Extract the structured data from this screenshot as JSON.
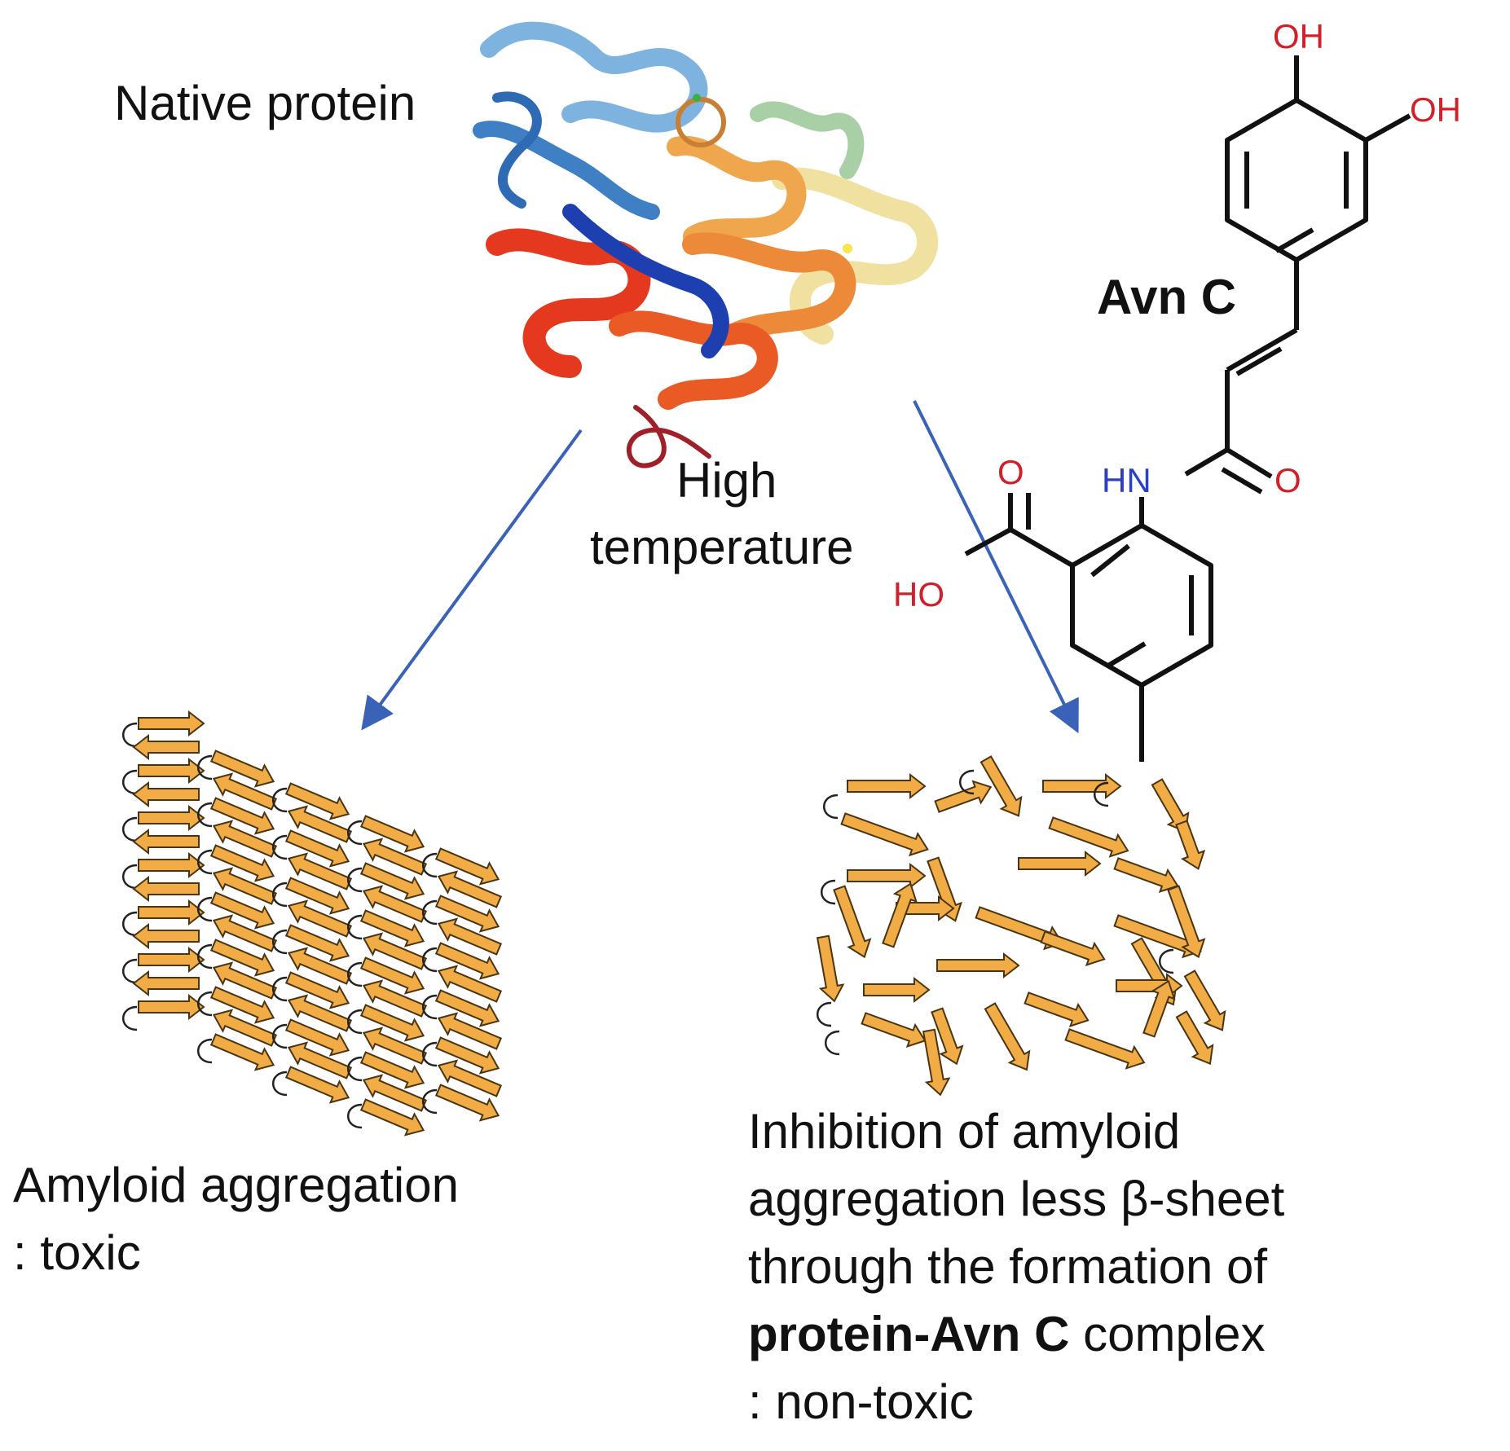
{
  "labels": {
    "native_protein": "Native protein",
    "high": "High",
    "temperature": "temperature",
    "compound_name": "Avn C",
    "amyloid_line1": "Amyloid aggregation",
    "amyloid_line2": ": toxic",
    "inhibition_line1": "Inhibition of amyloid",
    "inhibition_line2": "aggregation less β-sheet",
    "inhibition_line3": "through the formation of",
    "inhibition_bold": "protein-Avn C",
    "inhibition_line4_rest": " complex",
    "inhibition_line5": ": non-toxic"
  },
  "atoms": {
    "oh_top": "OH",
    "oh_right": "OH",
    "o_amide": "O",
    "hn": "HN",
    "o_acid": "O",
    "ho_acid": "HO"
  },
  "colors": {
    "arrow": "#3a63b8",
    "strand_fill": "#f2ac45",
    "strand_stroke": "#4a3512",
    "loop": "#222222",
    "oxygen": "#d0202a",
    "nitrogen": "#2a3fc4",
    "bond": "#111111"
  }
}
